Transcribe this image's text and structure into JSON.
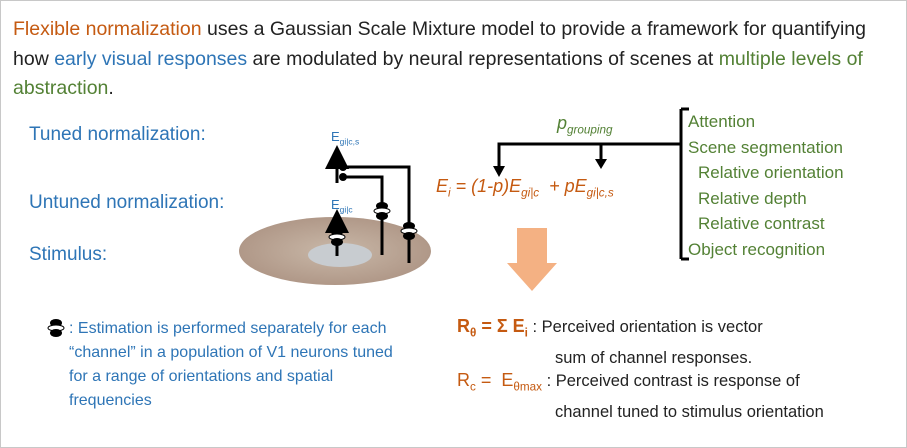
{
  "intro": {
    "t1": "Flexible normalization",
    "t2": " uses a Gaussian Scale Mixture model to provide a framework for quantifying how ",
    "t3": "early visual responses",
    "t4": " are modulated by neural representations of scenes at ",
    "t5": "multiple levels of abstraction",
    "t6": "."
  },
  "labels": {
    "tuned": "Tuned normalization:",
    "untuned": "Untuned normalization:",
    "stimulus": "Stimulus:"
  },
  "diagram": {
    "e_tuned": "E",
    "e_tuned_sub": "gi|c,s",
    "e_untuned": "E",
    "e_untuned_sub": "gi|c"
  },
  "grouping": {
    "p": "p",
    "sub": "grouping"
  },
  "equation": {
    "lhs": "E",
    "lhs_sub": "i",
    "mid": " = (1-p)E",
    "mid_sub": "gi|c",
    "plus": "  + pE",
    "plus_sub": "gi|c,s"
  },
  "factors": [
    "Attention",
    "Scene segmentation",
    "Relative orientation",
    "Relative depth",
    "Relative contrast",
    "Object recognition"
  ],
  "note": ": Estimation is performed separately for each “channel” in a population of V1 neurons tuned for a range of orientations and spatial frequencies",
  "readouts": [
    {
      "lhs": "R",
      "lhs_sub": "θ",
      "rhs": " = Σ E",
      "rhs_sub": "i",
      "desc1": ":  Perceived orientation is vector",
      "desc2": "sum of channel responses."
    },
    {
      "lhs": "R",
      "lhs_sub": "c",
      "rhs": " =  E",
      "rhs_sub": "θmax",
      "desc1": ":  Perceived contrast is response of",
      "desc2": "channel tuned to stimulus orientation"
    }
  ],
  "colors": {
    "orange": "#c55a11",
    "blue": "#2e75b6",
    "green": "#538135",
    "arrow": "#f4b183"
  }
}
